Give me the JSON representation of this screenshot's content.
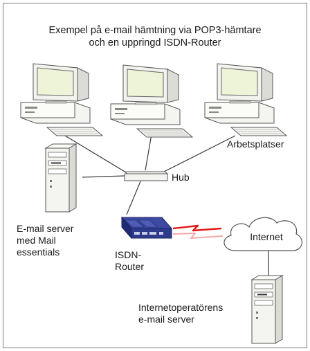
{
  "title": {
    "line1": "Exempel på e-mail hämtning via POP3-hämtare",
    "line2": "och en uppringd ISDN-Router"
  },
  "labels": {
    "workstations": "Arbetsplatser",
    "hub": "Hub",
    "mail_server": [
      "E-mail server",
      "med Mail",
      "essentials"
    ],
    "router": [
      "ISDN-",
      "Router"
    ],
    "internet": "Internet",
    "isp_server": [
      "Internetoperatörens",
      "e-mail server"
    ]
  },
  "icons": {
    "workstation": "desktop-computer-icon",
    "server": "tower-server-icon",
    "hub": "network-hub-icon",
    "router": "isdn-router-icon",
    "cloud": "internet-cloud-icon",
    "link": "wireless-link-icon"
  },
  "colors": {
    "frame": "#7a7a7a",
    "line": "#3a3a3a",
    "device": "#f2f2ee",
    "screen": "#eef4d8",
    "router_body": "#2e3a8c",
    "link_red": "#e11b1b",
    "cloud_fill": "#ffffff"
  }
}
